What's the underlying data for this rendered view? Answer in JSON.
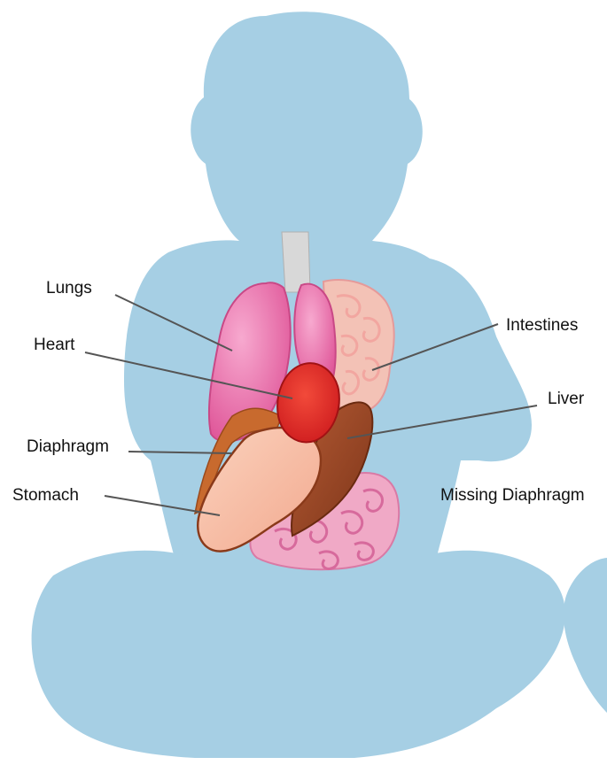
{
  "labels": {
    "lungs": "Lungs",
    "heart": "Heart",
    "diaphragm": "Diaphragm",
    "stomach": "Stomach",
    "intestines": "Intestines",
    "liver": "Liver",
    "missing_diaphragm": "Missing Diaphragm"
  },
  "colors": {
    "silhouette": "#a6cfe4",
    "lung": "#e86aa6",
    "heart": "#e8262a",
    "liver": "#a04a2a",
    "stomach": "#f6b8a0",
    "intestines": "#f2b3c0",
    "diaphragm": "#c86a2e",
    "trachea": "#d8d8d8",
    "leader_line": "#555555"
  }
}
